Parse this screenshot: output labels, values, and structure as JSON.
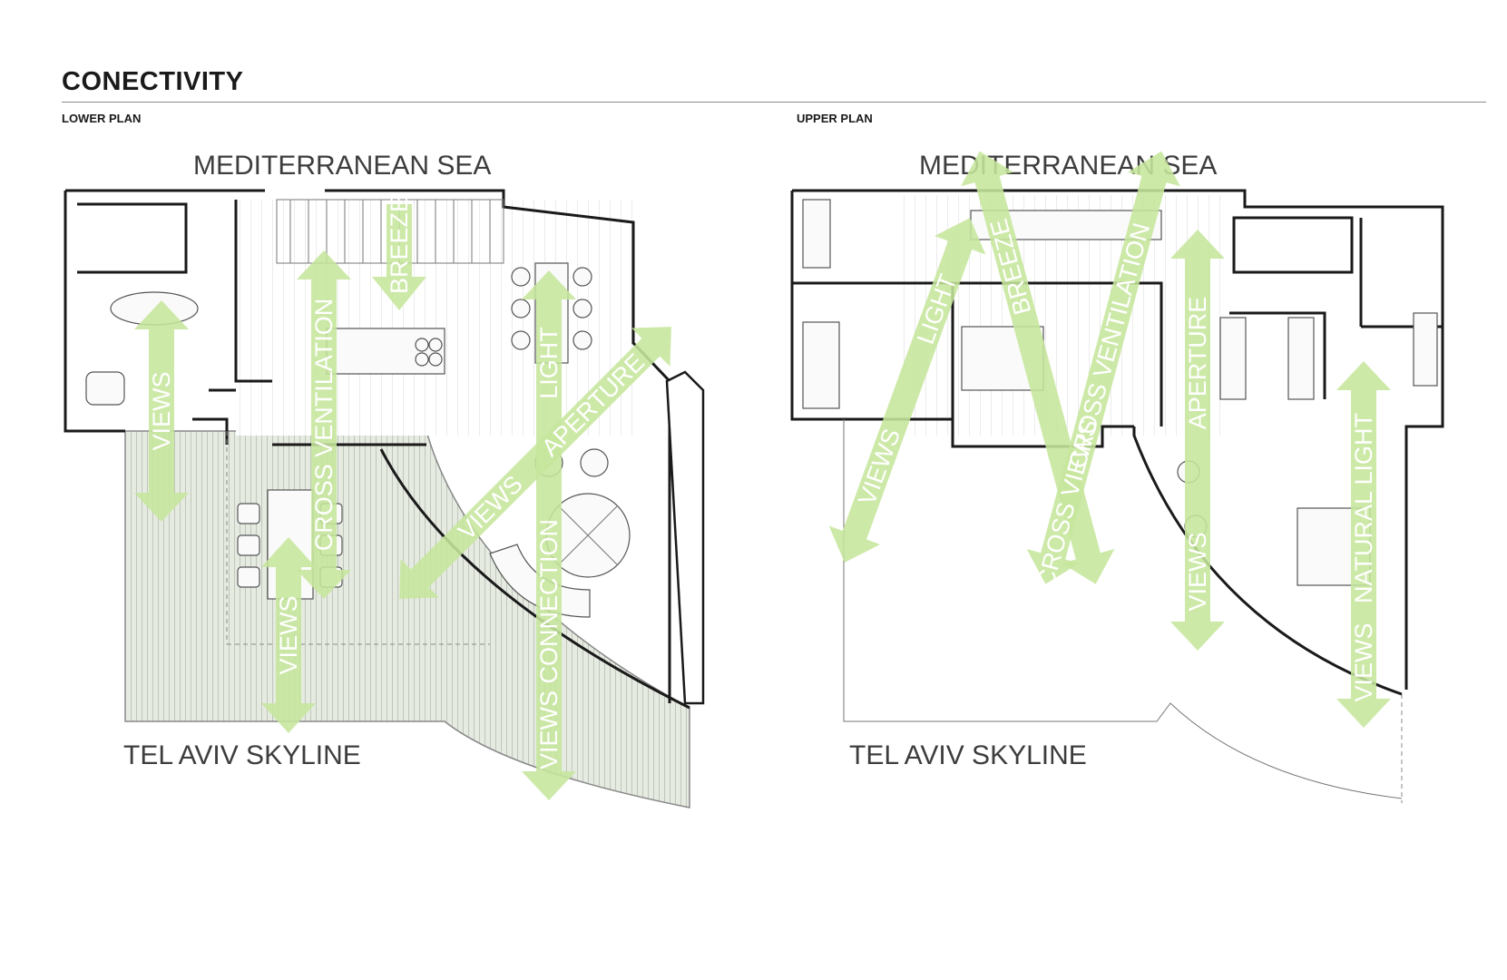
{
  "title": "CONECTIVITY",
  "lower_plan": {
    "label": "LOWER PLAN",
    "top_location": "MEDITERRANEAN SEA",
    "bottom_location": "TEL AVIV SKYLINE",
    "arrows": [
      "VIEWS",
      "CROSS VENTILATION",
      "BREEZE",
      "LIGHT",
      "APERTURE",
      "VIEWS",
      "VIEWS",
      "VIEWS CONNECTION"
    ]
  },
  "upper_plan": {
    "label": "UPPER PLAN",
    "top_location": "MEDITERRANEAN SEA",
    "bottom_location": "TEL AVIV SKYLINE",
    "arrows": [
      "VIEWS",
      "LIGHT",
      "BREEZE",
      "CROSS VENTILATION",
      "CROSS VIEWS",
      "APERTURE",
      "VIEWS",
      "NATURAL LIGHT",
      "VIEWS"
    ]
  },
  "colors": {
    "arrow": "#c6e69c",
    "wall": "#1a1a1a",
    "deck": "#e3e8df"
  }
}
